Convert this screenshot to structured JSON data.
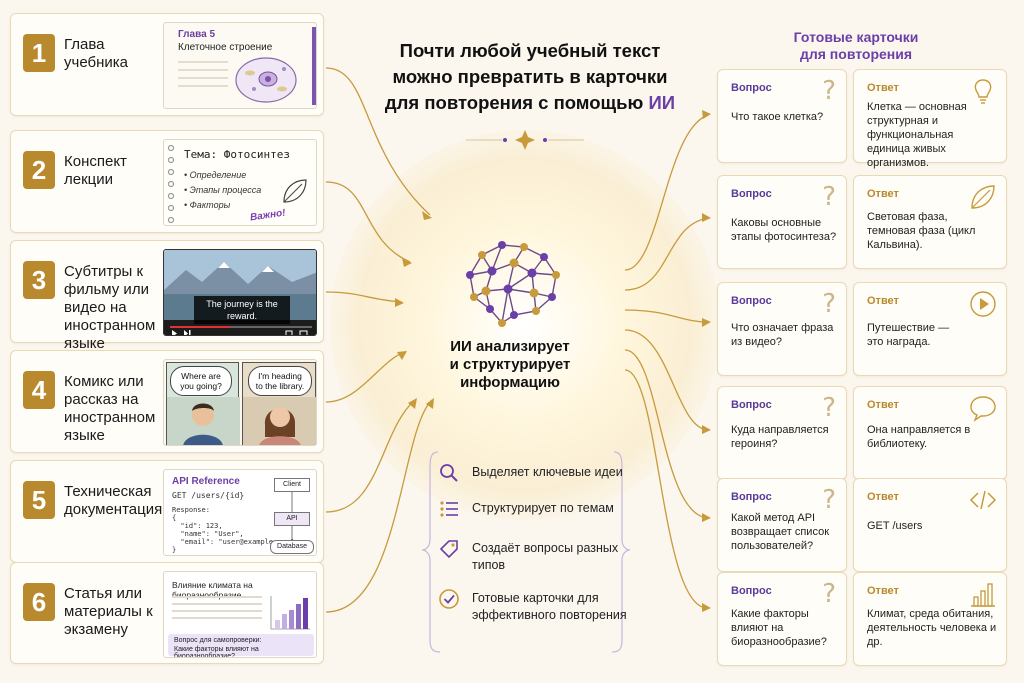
{
  "title": {
    "line1": "Почти любой учебный текст",
    "line2": "можно превратить в карточки",
    "line3": "для повторения с помощью ",
    "ai": "ИИ"
  },
  "center_caption": [
    "ИИ анализирует",
    "и структурирует",
    "информацию"
  ],
  "features": [
    {
      "icon": "magnifier-icon",
      "text": "Выделяет ключевые идеи"
    },
    {
      "icon": "list-icon",
      "text": "Структурирует по темам"
    },
    {
      "icon": "tag-icon",
      "text": "Создаёт вопросы разных типов"
    },
    {
      "icon": "check-circle-icon",
      "text": "Готовые карточки для эффективного повторения"
    }
  ],
  "sources": [
    {
      "num": "1",
      "label": "Глава учебника"
    },
    {
      "num": "2",
      "label": "Конспект лекции"
    },
    {
      "num": "3",
      "label": "Субтитры к фильму или видео на иностранном языке"
    },
    {
      "num": "4",
      "label": "Комикс или рассказ на иностранном языке"
    },
    {
      "num": "5",
      "label": "Техническая документация"
    },
    {
      "num": "6",
      "label": "Статья или материалы к экзамену"
    }
  ],
  "thumb_book": {
    "chapter": "Глава 5",
    "subtitle": "Клеточное строение"
  },
  "thumb_lecture": {
    "topic": "Тема: Фотосинтез",
    "items": [
      "Определение",
      "Этапы процесса",
      "Факторы"
    ],
    "note": "Важно!"
  },
  "thumb_video": {
    "subtitle": "The journey is the reward."
  },
  "thumb_comic": {
    "bubble1": "Where are you going?",
    "bubble2": "I'm heading to the library."
  },
  "thumb_api": {
    "title": "API Reference",
    "endpoint": "GET /users/{id}",
    "response": "Response:\n{\n  \"id\": 123,\n  \"name\": \"User\",\n  \"email\": \"user@example.com\"\n}",
    "client": "Client",
    "api": "API",
    "database": "Database"
  },
  "thumb_article": {
    "title": "Влияние климата на биоразнообразие",
    "q_label": "Вопрос для самопроверки:",
    "q_text": "Какие факторы влияют на биоразнообразие?"
  },
  "right_title": [
    "Готовые карточки",
    "для повторения"
  ],
  "cards": [
    {
      "q_label": "Вопрос",
      "question": "Что такое клетка?",
      "a_label": "Ответ",
      "answer": "Клетка — основная структурная и функциональная единица живых организмов.",
      "icon": "lightbulb-icon"
    },
    {
      "q_label": "Вопрос",
      "question": "Каковы основные этапы фотосинтеза?",
      "a_label": "Ответ",
      "answer": "Световая фаза, темновая фаза (цикл Кальвина).",
      "icon": "leaf-icon"
    },
    {
      "q_label": "Вопрос",
      "question": "Что означает фраза из видео?",
      "a_label": "Ответ",
      "answer": "Путешествие — это награда.",
      "icon": "play-icon"
    },
    {
      "q_label": "Вопрос",
      "question": "Куда направляется героиня?",
      "a_label": "Ответ",
      "answer": "Она направляется в библиотеку.",
      "icon": "speech-bubble-icon"
    },
    {
      "q_label": "Вопрос",
      "question": "Какой метод API возвращает список пользователей?",
      "a_label": "Ответ",
      "answer": "GET /users",
      "icon": "code-icon"
    },
    {
      "q_label": "Вопрос",
      "question": "Какие факторы влияют на биоразнообразие?",
      "a_label": "Ответ",
      "answer": "Климат, среда обитания, деятельность человека и др.",
      "icon": "bar-chart-icon"
    }
  ],
  "colors": {
    "gold": "#b9892e",
    "purple": "#6a3fa8",
    "card_border": "#ead9b4",
    "background": "#fbf7ef"
  }
}
